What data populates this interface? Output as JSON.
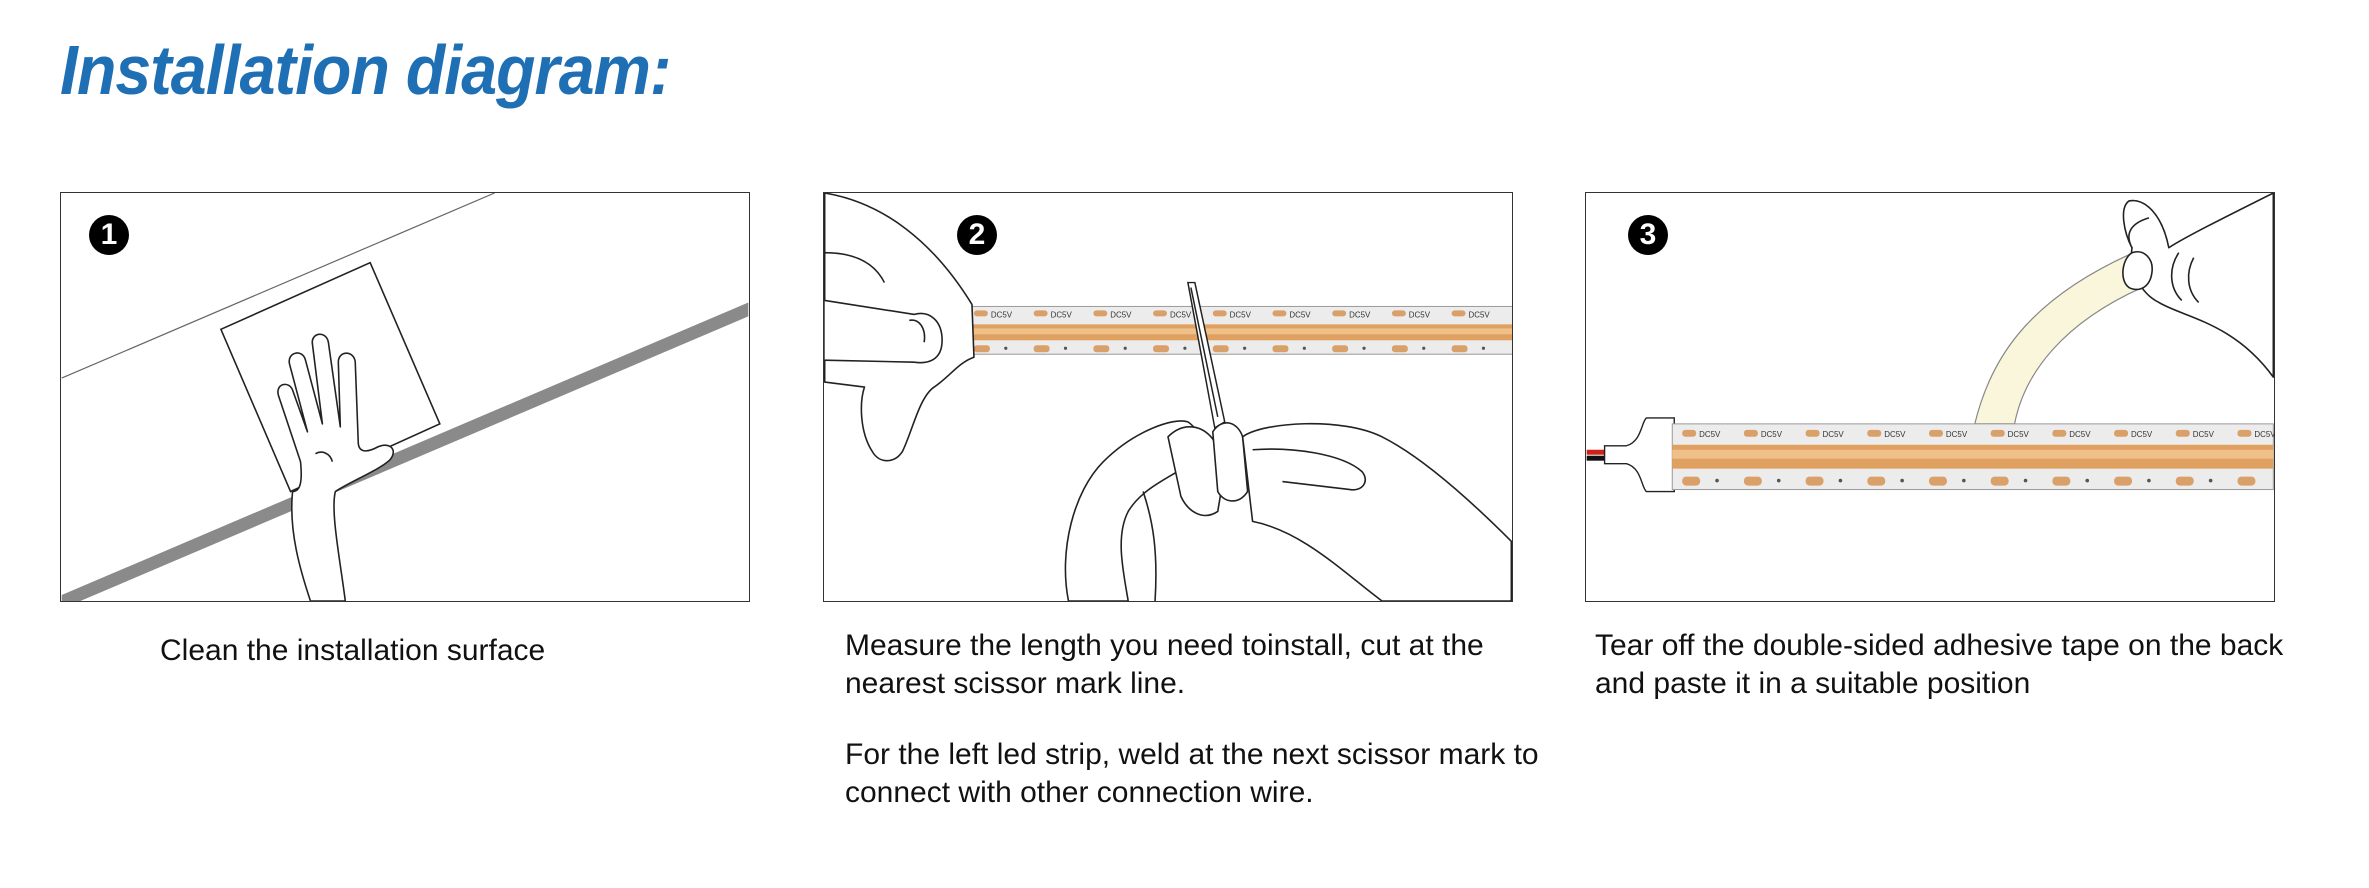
{
  "page": {
    "title": "Installation diagram:"
  },
  "steps": [
    {
      "number": "1",
      "caption": "Clean the installation surface"
    },
    {
      "number": "2",
      "caption_lines": [
        "Measure the length you need toinstall, cut at the nearest scissor mark line.",
        "For the left led strip, weld at the next scissor mark to connect with other connection wire."
      ]
    },
    {
      "number": "3",
      "caption": "Tear off the double-sided adhesive tape on the back and paste it in a suitable position"
    }
  ],
  "strip": {
    "marking": "DC5V"
  },
  "colors": {
    "title": "#1f6fb4",
    "strip_gold": "#e0a060",
    "strip_pcb": "#ececec",
    "tape_backing": "#faf6dc",
    "wire_red": "#d0201a",
    "wire_black": "#111111"
  },
  "icons": {
    "step_badge": "filled-black-circle-number",
    "hand": "hand-outline",
    "cloth": "cleaning-cloth",
    "knife": "utility-knife",
    "led_strip": "cob-led-strip"
  }
}
